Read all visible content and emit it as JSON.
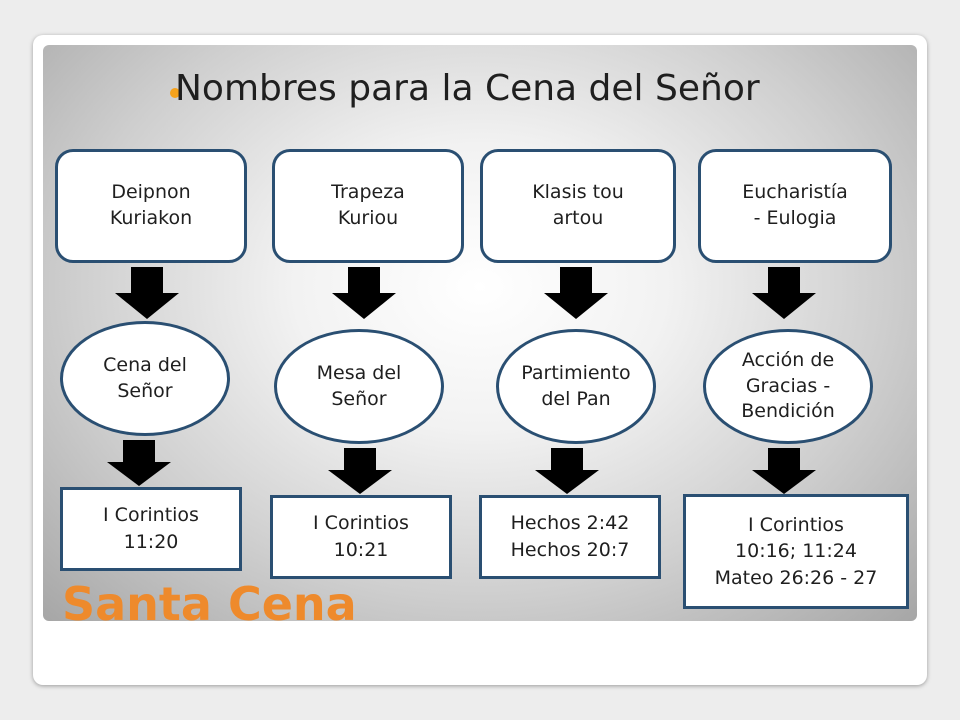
{
  "slide": {
    "title": "Nombres para la Cena del Señor",
    "big_title": "Santa Cena",
    "columns": [
      {
        "term": [
          "Deipnon",
          "Kuriakon"
        ],
        "meaning": [
          "Cena del",
          "Señor"
        ],
        "reference": [
          "I Corintios",
          "11:20"
        ]
      },
      {
        "term": [
          "Trapeza",
          "Kuriou"
        ],
        "meaning": [
          "Mesa del",
          "Señor"
        ],
        "reference": [
          "I Corintios",
          "10:21"
        ]
      },
      {
        "term": [
          "Klasis tou",
          "artou"
        ],
        "meaning": [
          "Partimiento",
          "del Pan"
        ],
        "reference": [
          "Hechos 2:42",
          "Hechos 20:7"
        ]
      },
      {
        "term": [
          "Eucharistía",
          "- Eulogia"
        ],
        "meaning": [
          "Acción de",
          "Gracias -",
          "Bendición"
        ],
        "reference": [
          "I Corintios",
          "10:16; 11:24",
          "Mateo 26:26 - 27"
        ]
      }
    ]
  },
  "colors": {
    "accent": "#f5a21c",
    "title_orange": "#ee8a2c",
    "border": "#2a4f72"
  }
}
